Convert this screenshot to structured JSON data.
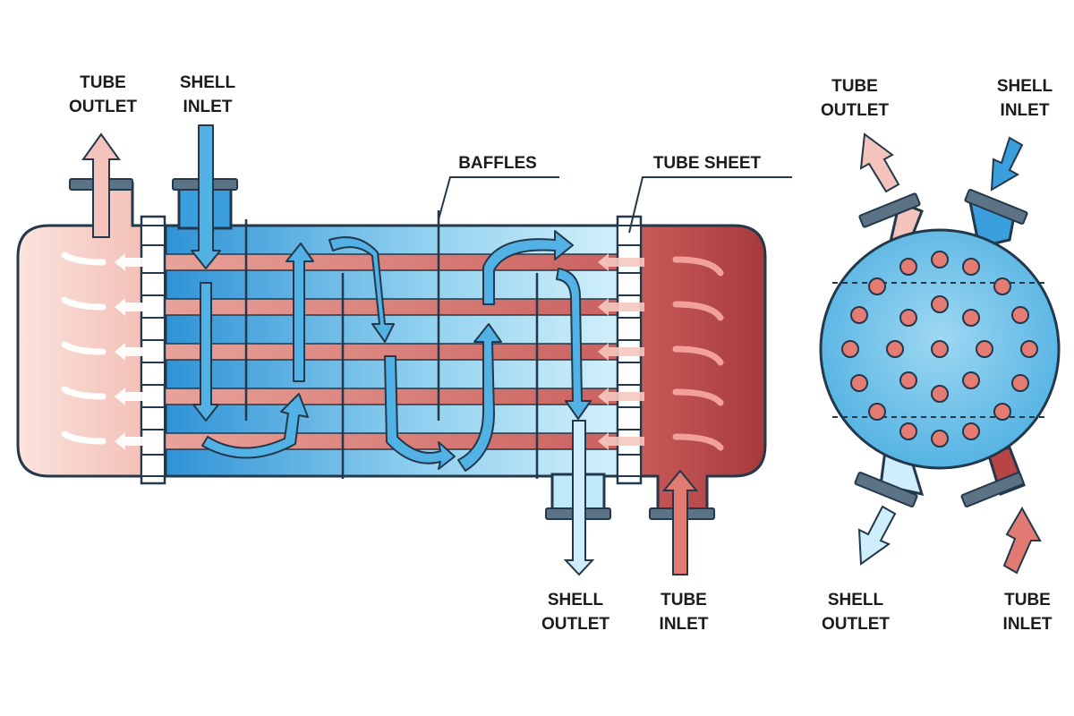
{
  "labels": {
    "tube_outlet_left": [
      "TUBE",
      "OUTLET"
    ],
    "shell_inlet_left": [
      "SHELL",
      "INLET"
    ],
    "baffles": "BAFFLES",
    "tube_sheet": "TUBE SHEET",
    "shell_outlet_bottom": [
      "SHELL",
      "OUTLET"
    ],
    "tube_inlet_bottom": [
      "TUBE",
      "INLET"
    ],
    "tube_outlet_right": [
      "TUBE",
      "OUTLET"
    ],
    "shell_inlet_right": [
      "SHELL",
      "INLET"
    ],
    "shell_outlet_right": [
      "SHELL",
      "OUTLET"
    ],
    "tube_inlet_right": [
      "TUBE",
      "INLET"
    ]
  },
  "colors": {
    "shell_blue": "#3a9fdc",
    "shell_light": "#cdeefa",
    "hot_red": "#b84446",
    "warm_pink": "#f4c3bb",
    "tube_red": "#d8716e",
    "outline": "#23384a",
    "flange": "#5b7384"
  },
  "icons": [
    "flow-arrow-icon",
    "tube-hole-icon"
  ]
}
